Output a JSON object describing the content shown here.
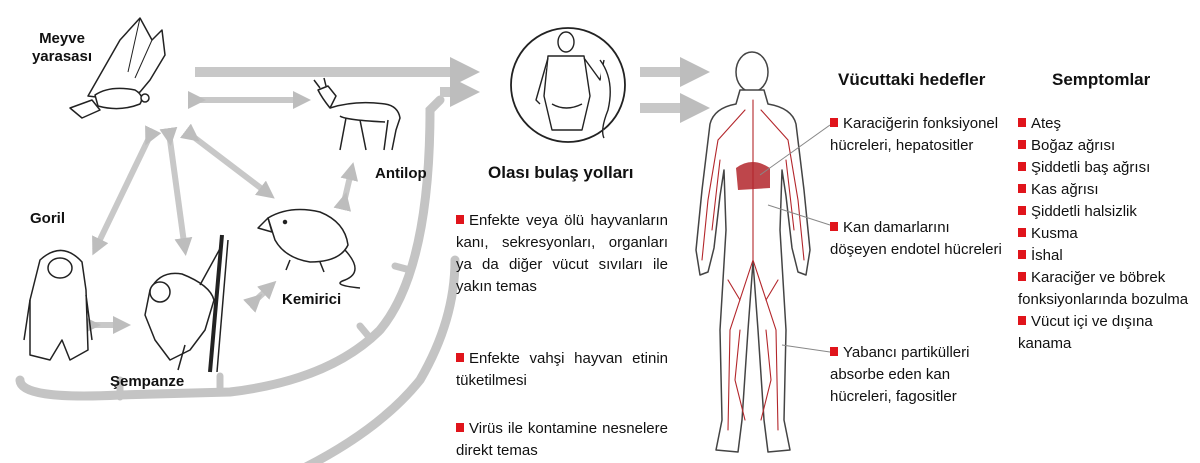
{
  "animals": {
    "fruit_bat": "Meyve\nyarasası",
    "antelope": "Antilop",
    "gorilla": "Goril",
    "chimpanzee": "Şempanze",
    "rodent": "Kemirici"
  },
  "transmission": {
    "title": "Olası bulaş yolları",
    "routes": [
      "Enfekte veya ölü hayvanların kanı, sekresyonları, organları ya da diğer vücut sıvıları ile yakın temas",
      "Enfekte vahşi hayvan etinin tüketilmesi",
      "Virüs ile kontamine nesnelere direkt temas"
    ]
  },
  "targets": {
    "title": "Vücuttaki hedefler",
    "items": [
      "Karaciğerin fonksiyonel hücreleri, hepatositler",
      "Kan damarlarını döşeyen endotel hücreleri",
      "Yabancı partikülleri absorbe eden kan hücreleri, fagositler"
    ]
  },
  "symptoms": {
    "title": "Semptomlar",
    "items": [
      "Ateş",
      "Boğaz ağrısı",
      "Şiddetli baş ağrısı",
      "Kas ağrısı",
      "Şiddetli halsizlik",
      "Kusma",
      "İshal",
      "Karaciğer ve böbrek fonksiyonlarında bozulma",
      "Vücut içi ve dışına kanama"
    ]
  },
  "colors": {
    "bullet": "#e0141b",
    "vessel": "#b3262b",
    "arrow": "#c8c8c8"
  }
}
